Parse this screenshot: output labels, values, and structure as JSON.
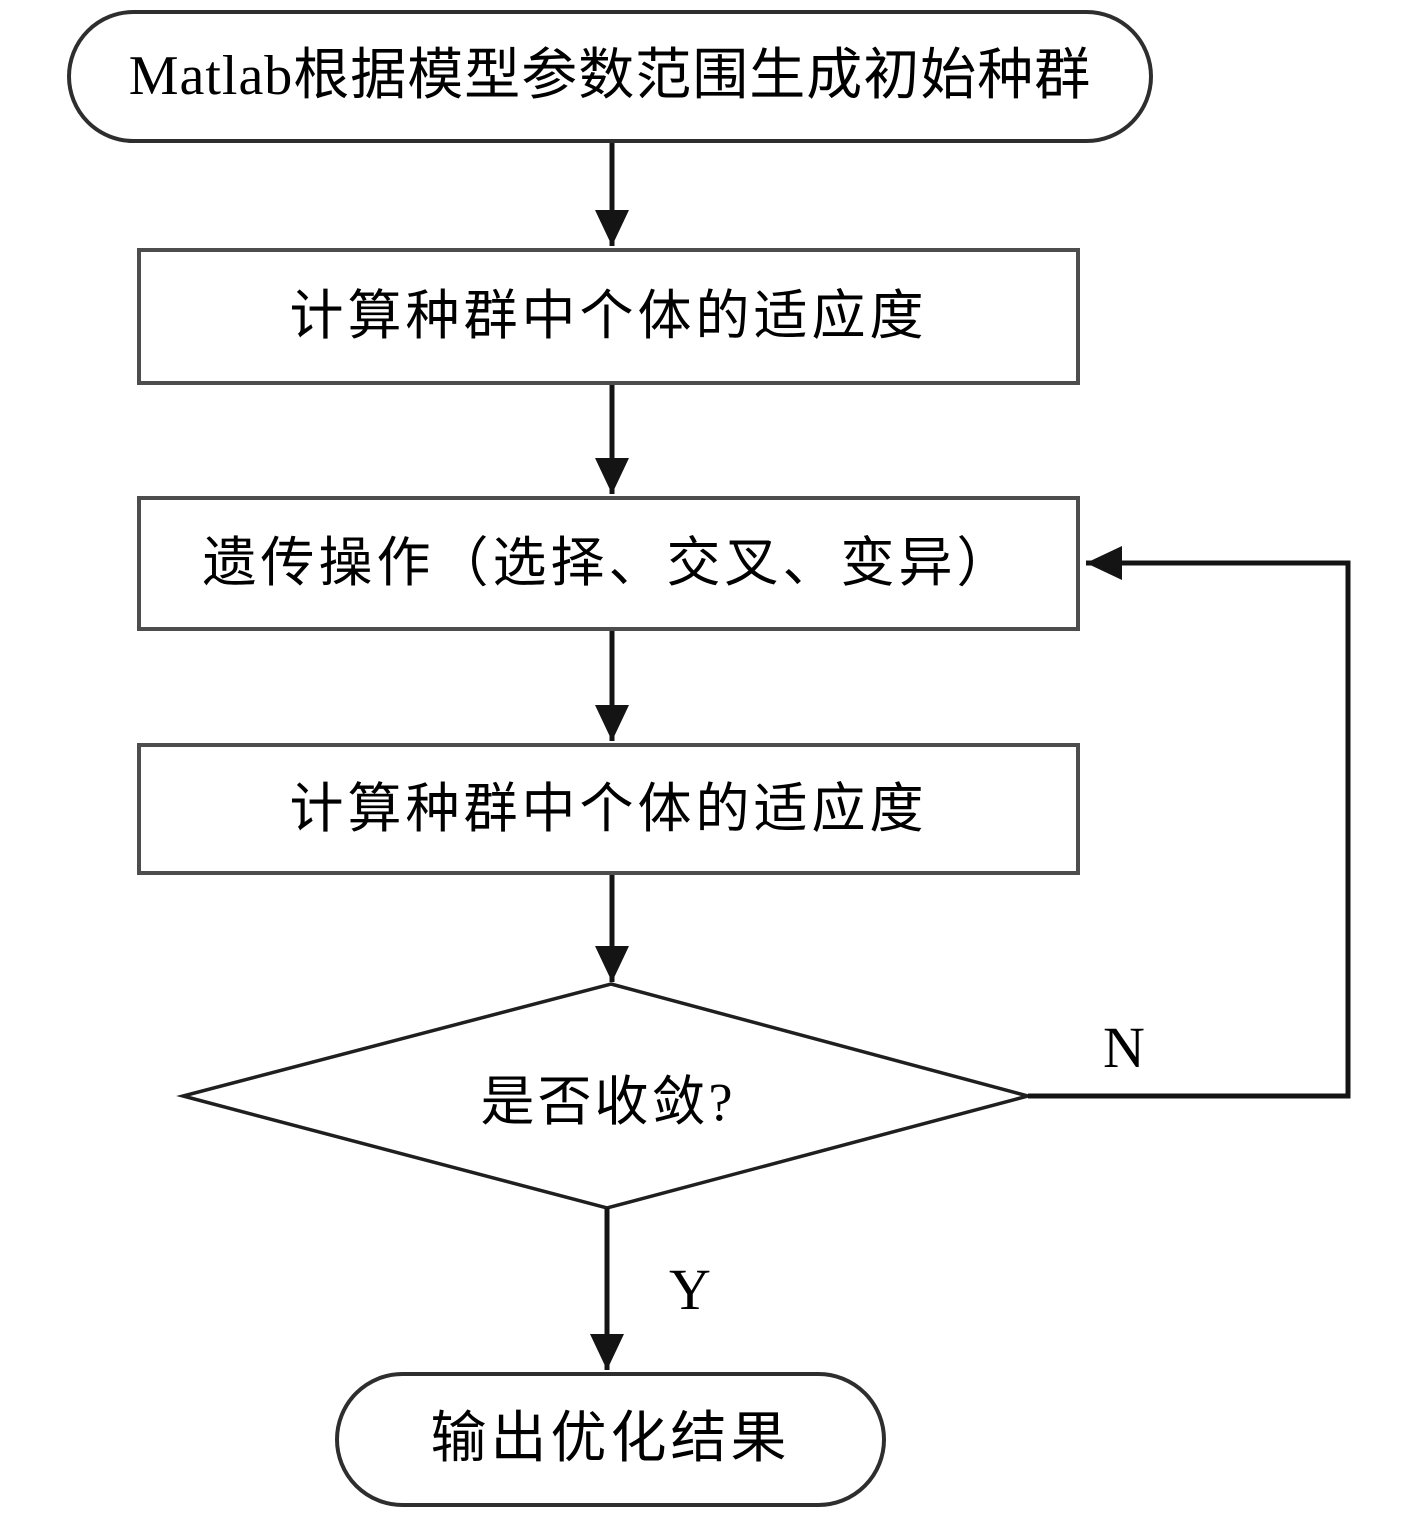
{
  "flowchart": {
    "nodes": {
      "start": "Matlab根据模型参数范围生成初始种群",
      "fitness_initial": "计算种群中个体的适应度",
      "genetic_operations": "遗传操作（选择、交叉、变异）",
      "fitness_after": "计算种群中个体的适应度",
      "decision": "是否收敛?",
      "end": "输出优化结果"
    },
    "edge_labels": {
      "no": "N",
      "yes": "Y"
    },
    "colors": {
      "line": "#141414",
      "process_border": "#4d4d4d",
      "terminator_border": "#2e2e2e",
      "background": "#ffffff",
      "text": "#000000"
    }
  }
}
